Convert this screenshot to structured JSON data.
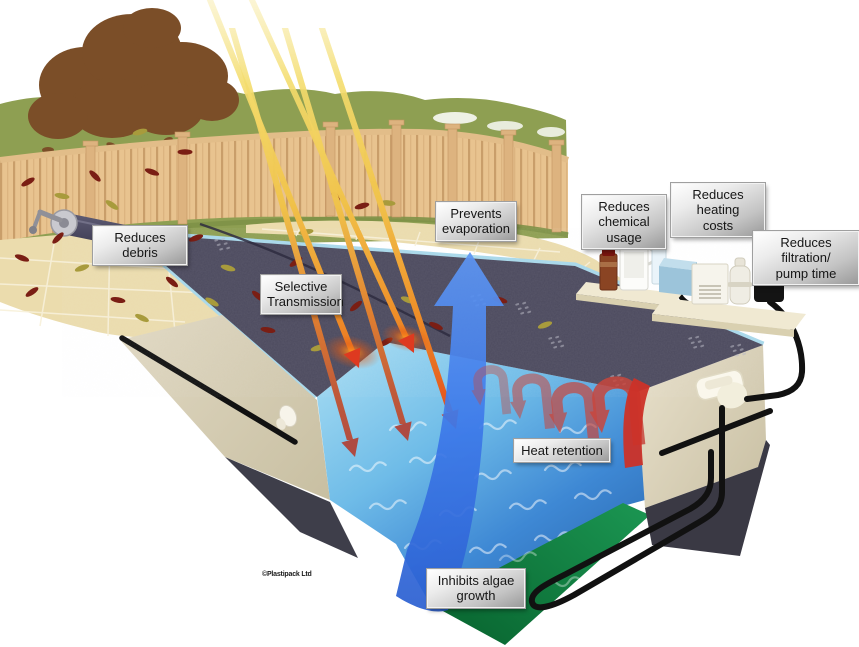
{
  "title": "Swimming pool cover benefits diagram",
  "labels": {
    "reduces_debris": "Reduces debris",
    "selective_transmission": "Selective\nTransmission",
    "prevents_evaporation": "Prevents\nevaporation",
    "reduces_chemical_usage": "Reduces\nchemical usage",
    "reduces_heating_costs": "Reduces heating\ncosts",
    "reduces_filtration": "Reduces filtration/\npump time",
    "heat_retention": "Heat retention",
    "inhibits_algae_growth": "Inhibits algae\ngrowth"
  },
  "watermark": "©Plastipack Ltd",
  "symbols": {
    "sun_rays": "diagonal-sun-ray-lines",
    "evaporation_arrow": "large-blue-up-arrow",
    "transmission_arrows": "red-down-arrows",
    "heat_retention_arrows": "red-curled-return-arrows",
    "absorption_glow": "orange-glow-spots"
  },
  "colors": {
    "cover": "#4C4A5E",
    "water_light": "#9AD4EE",
    "water_deep": "#2F6FB8",
    "pool_bottom_green": "#128A46",
    "sun_ray_yellow": "#F2DC6B",
    "sun_ray_red": "#E03A1E",
    "heat_arrow": "#C8463C",
    "evaporation_arrow": "#3C78E8",
    "fence": "#E8C38F",
    "hedge": "#8E9F52",
    "paving": "#EBDCAD",
    "tree": "#7B4E28",
    "wall_beige": "#D9D1B9",
    "earth": "#3E3E4A",
    "label_gradient_top": "#FFFFFF",
    "label_gradient_bottom": "#9A9A9A",
    "pipe": "#111111"
  }
}
